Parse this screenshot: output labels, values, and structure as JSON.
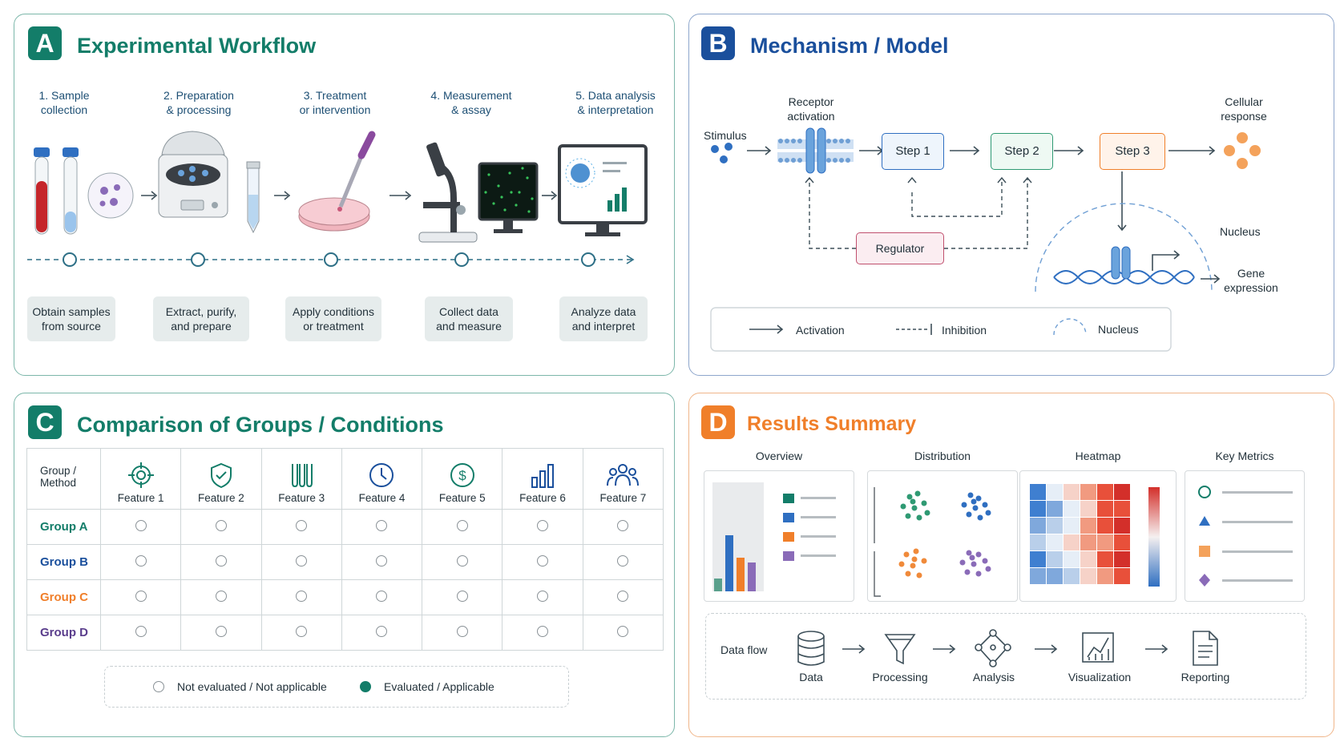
{
  "colors": {
    "teal": "#137d69",
    "blue": "#1a4f9c",
    "orange": "#f07f2a",
    "groupA": "#137d69",
    "groupB": "#1a4f9c",
    "groupC": "#f07f2a",
    "groupD": "#5a3d8c"
  },
  "panelA": {
    "badge": "A",
    "title": "Experimental Workflow",
    "steps": [
      {
        "h1": "1. Sample",
        "h2": "collection",
        "d1": "Obtain samples",
        "d2": "from source",
        "icon": "test-tubes-icon"
      },
      {
        "h1": "2. Preparation",
        "h2": "& processing",
        "d1": "Extract, purify,",
        "d2": "and prepare",
        "icon": "centrifuge-icon"
      },
      {
        "h1": "3. Treatment",
        "h2": "or intervention",
        "d1": "Apply conditions",
        "d2": "or treatment",
        "icon": "petri-dish-icon"
      },
      {
        "h1": "4. Measurement",
        "h2": "& assay",
        "d1": "Collect data",
        "d2": "and measure",
        "icon": "microscope-icon"
      },
      {
        "h1": "5. Data analysis",
        "h2": "& interpretation",
        "d1": "Analyze data",
        "d2": "and interpret",
        "icon": "monitor-icon"
      }
    ]
  },
  "panelB": {
    "badge": "B",
    "title": "Mechanism / Model",
    "stimulus": "Stimulus",
    "receptor1": "Receptor",
    "receptor2": "activation",
    "step1": "Step 1",
    "step2": "Step 2",
    "step3": "Step 3",
    "response1": "Cellular",
    "response2": "response",
    "regulator": "Regulator",
    "nucleus": "Nucleus",
    "gene1": "Gene",
    "gene2": "expression",
    "legend": {
      "activation": "Activation",
      "inhibition": "Inhibition",
      "nucleus": "Nucleus"
    }
  },
  "panelC": {
    "badge": "C",
    "title": "Comparison of Groups / Conditions",
    "corner1": "Group /",
    "corner2": "Method",
    "features": [
      "Feature 1",
      "Feature 2",
      "Feature 3",
      "Feature 4",
      "Feature 5",
      "Feature 6",
      "Feature 7"
    ],
    "feature_icons": [
      "target-icon",
      "shield-icon",
      "test-tubes-icon",
      "clock-icon",
      "dollar-icon",
      "bar-chart-icon",
      "users-icon"
    ],
    "groups": [
      "Group A",
      "Group B",
      "Group C",
      "Group D"
    ],
    "legend": {
      "not_evaluated": "Not evaluated / Not applicable",
      "evaluated": "Evaluated / Applicable"
    }
  },
  "panelD": {
    "badge": "D",
    "title": "Results Summary",
    "subpanels": [
      "Overview",
      "Distribution",
      "Heatmap",
      "Key Metrics"
    ],
    "dataflow_label": "Data flow",
    "flow": [
      "Data",
      "Processing",
      "Analysis",
      "Visualization",
      "Reporting"
    ],
    "flow_icons": [
      "database-icon",
      "funnel-icon",
      "network-icon",
      "line-chart-icon",
      "document-icon"
    ]
  }
}
